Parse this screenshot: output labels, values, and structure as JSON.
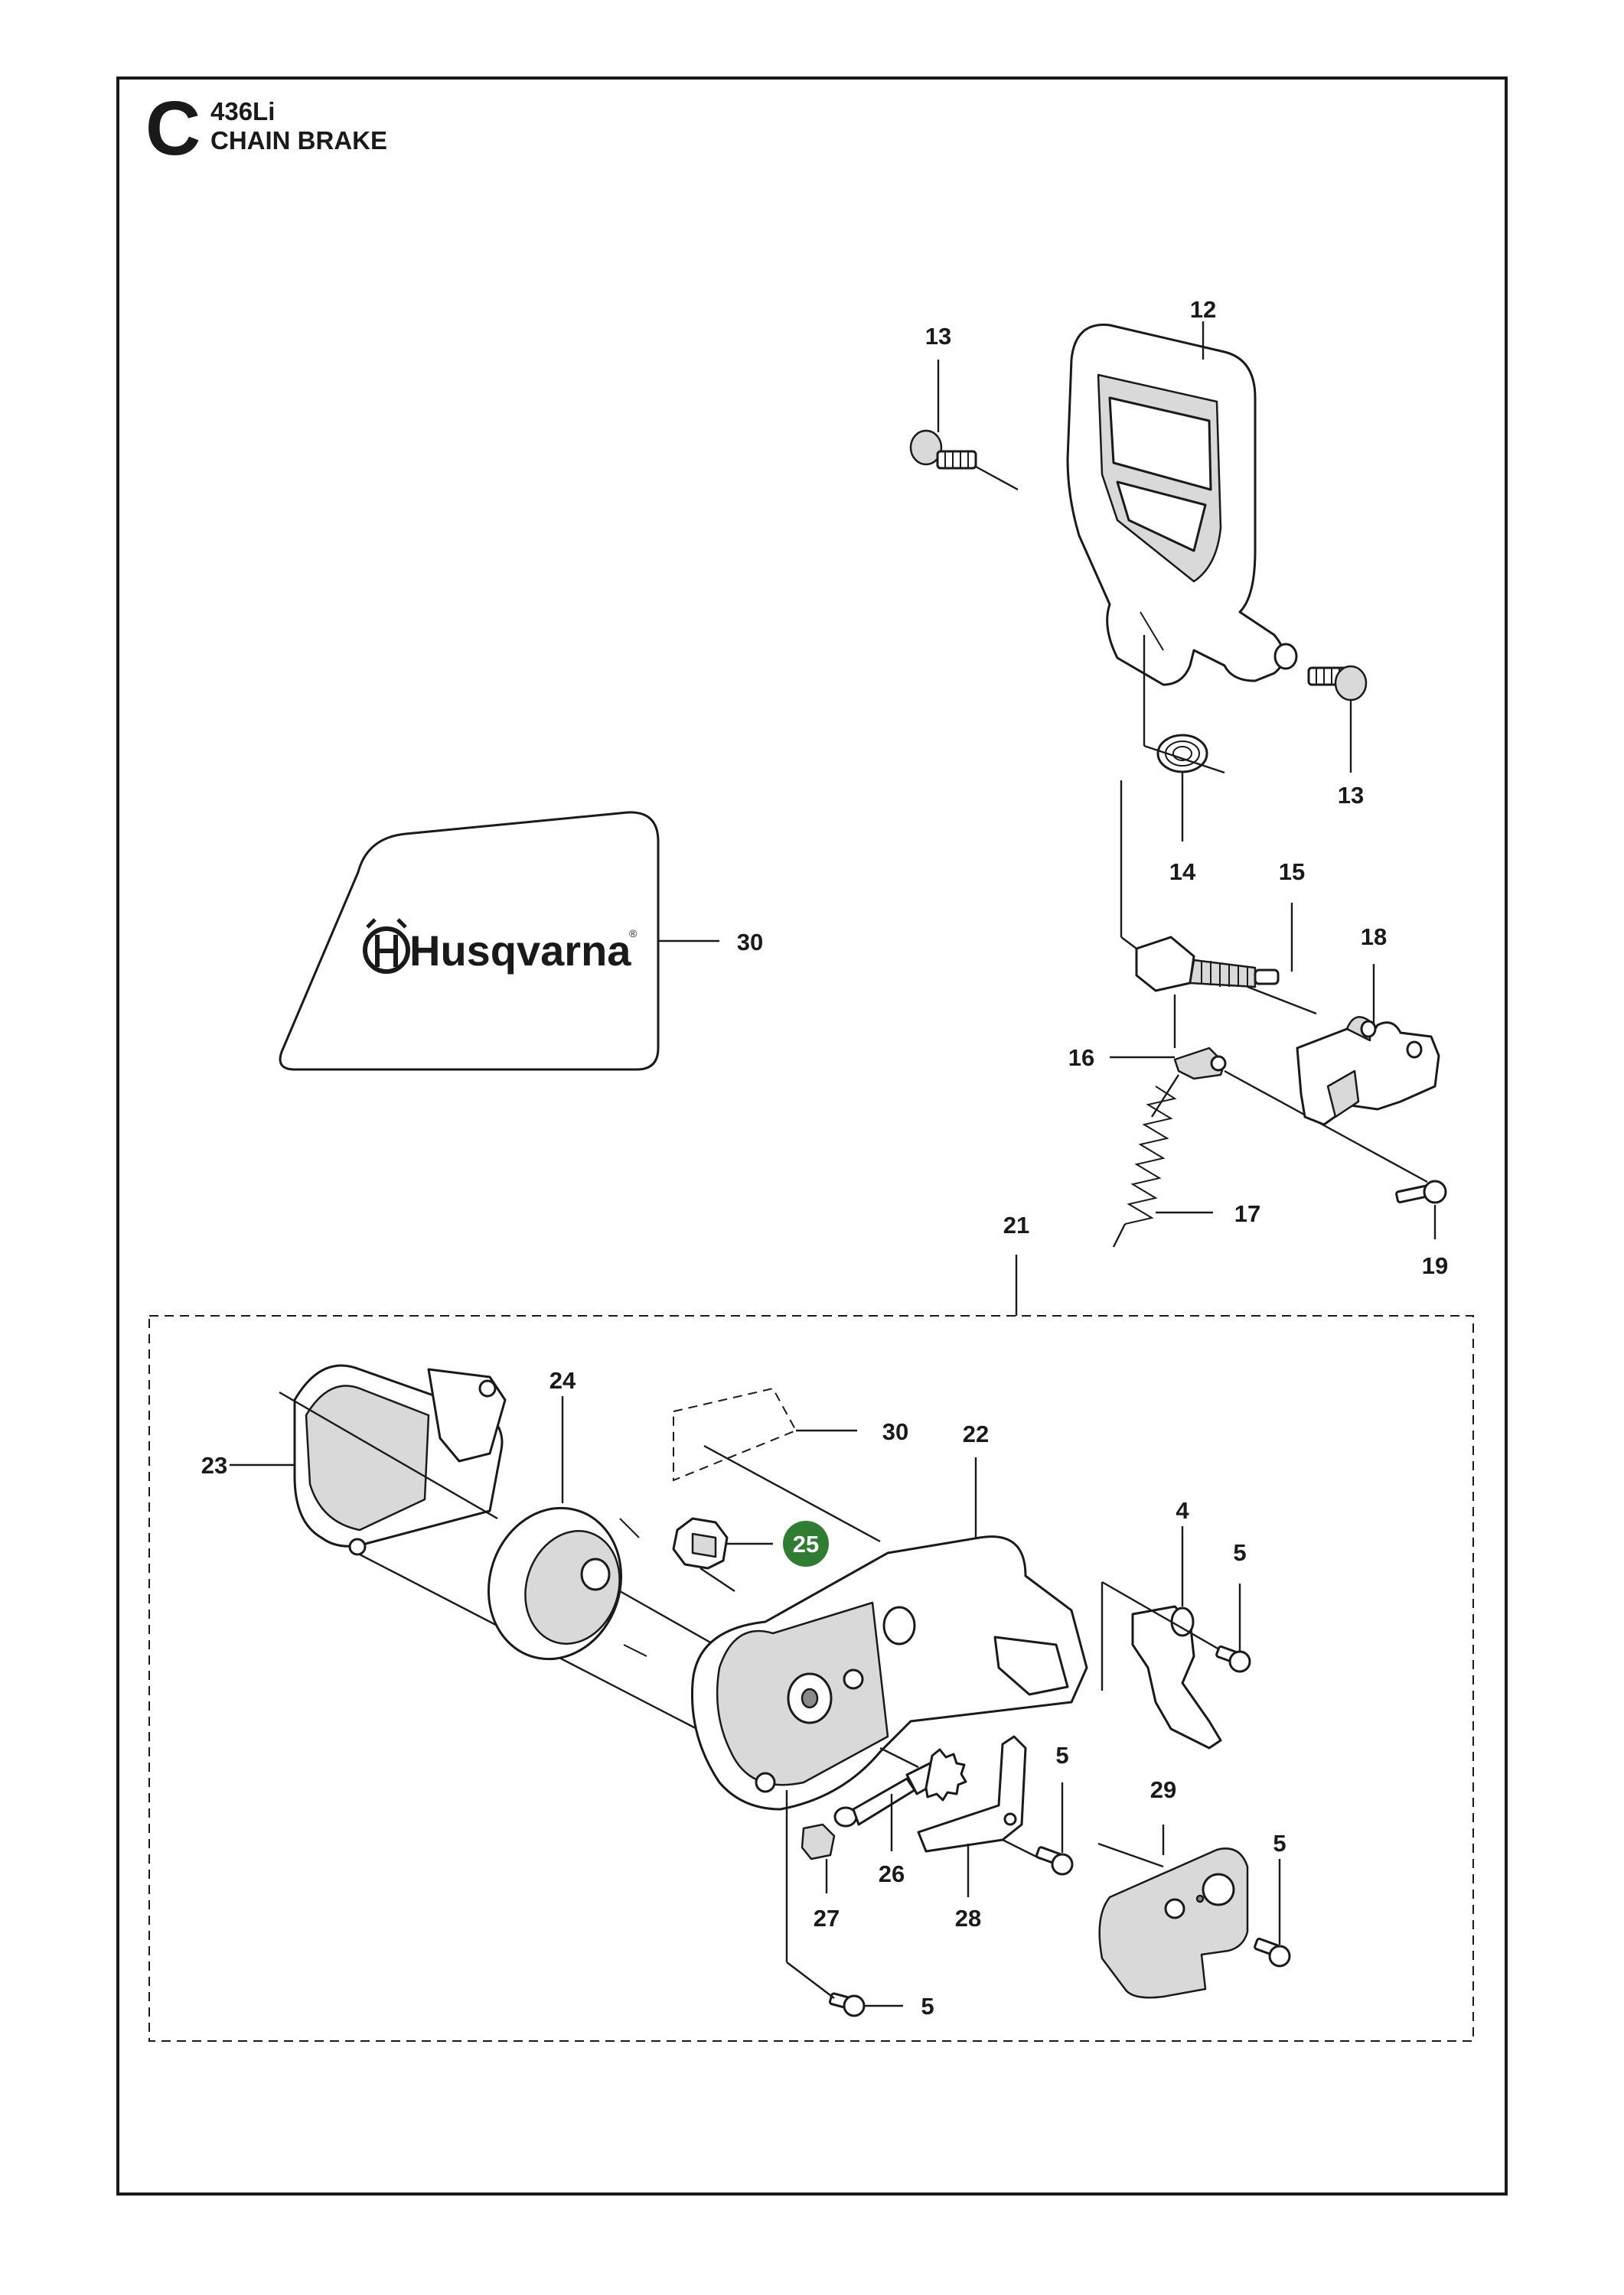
{
  "header": {
    "section_letter": "C",
    "model": "436Li",
    "title": "CHAIN BRAKE"
  },
  "decal": {
    "brand_text": "Husqvarna",
    "registered_mark": "®"
  },
  "callouts": {
    "c12": "12",
    "c13a": "13",
    "c13b": "13",
    "c14": "14",
    "c15": "15",
    "c16": "16",
    "c17": "17",
    "c18": "18",
    "c19": "19",
    "c21": "21",
    "c22": "22",
    "c23": "23",
    "c24": "24",
    "c25": "25",
    "c26": "26",
    "c27": "27",
    "c28": "28",
    "c29": "29",
    "c30a": "30",
    "c30b": "30",
    "c4": "4",
    "c5a": "5",
    "c5b": "5",
    "c5c": "5",
    "c5d": "5"
  },
  "colors": {
    "highlight": "#2e7d32",
    "ink": "#1a1a1a"
  }
}
